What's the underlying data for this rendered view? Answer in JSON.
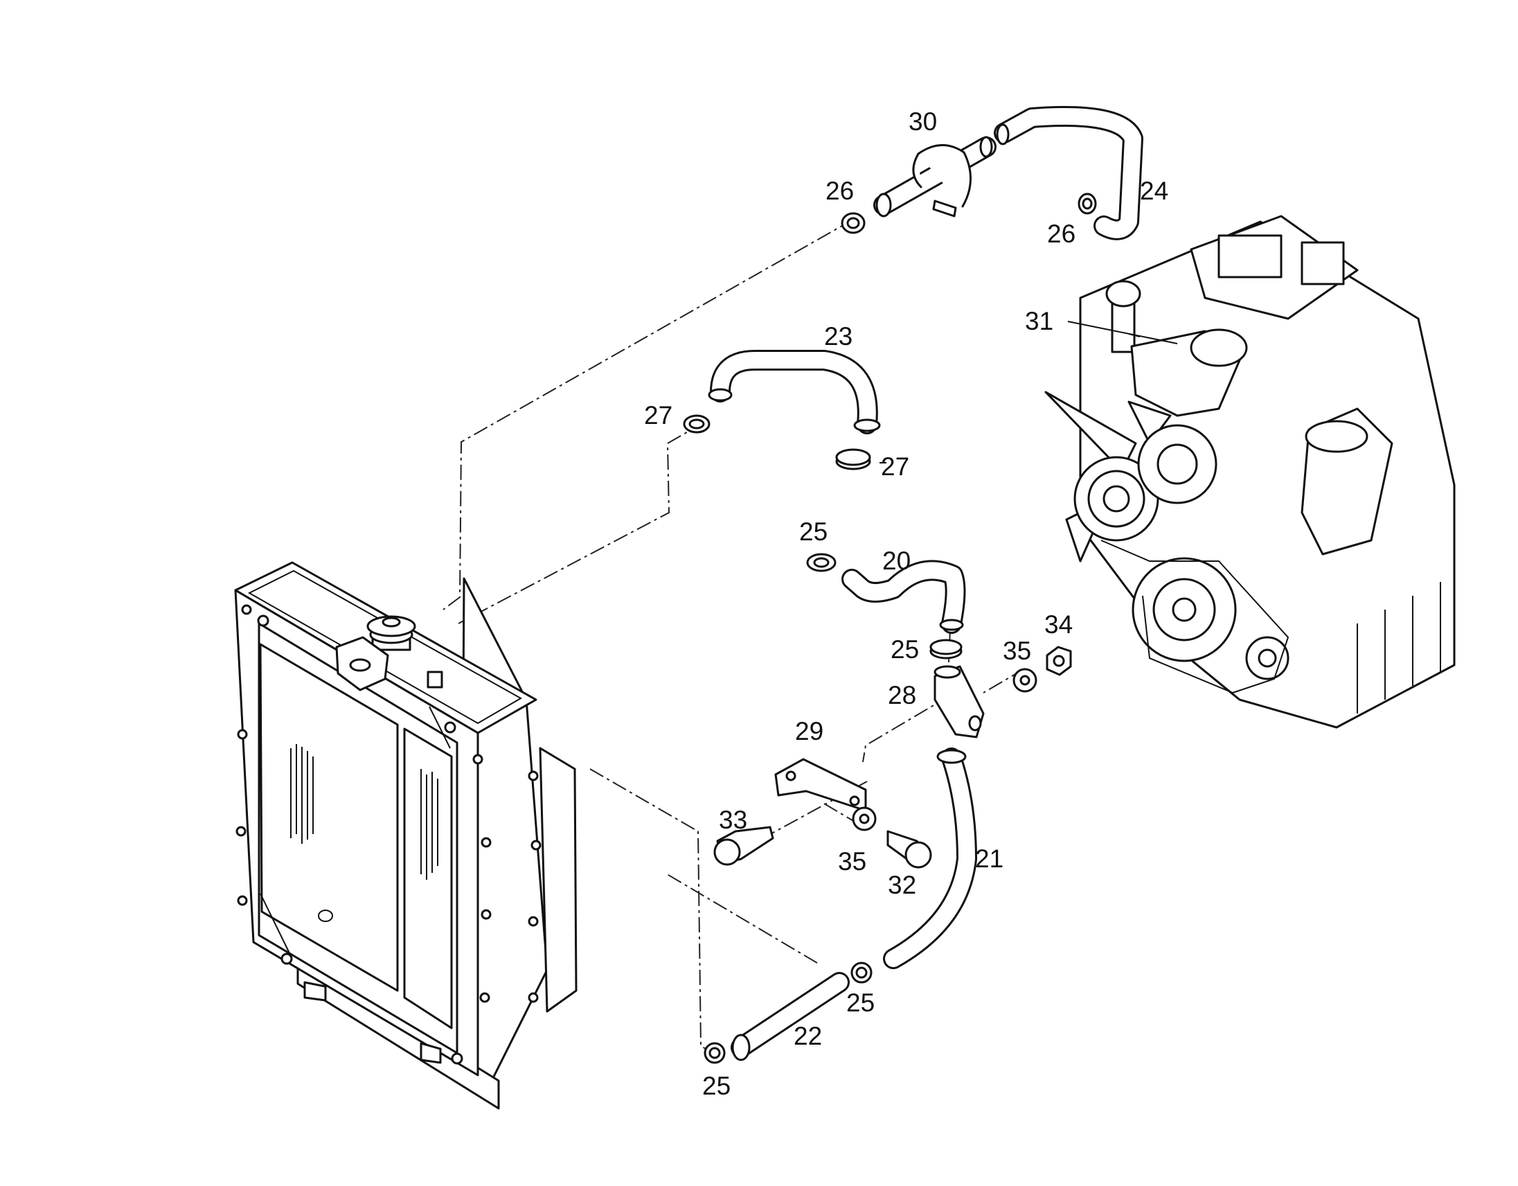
{
  "labels": {
    "p20": "20",
    "p21": "21",
    "p22": "22",
    "p23": "23",
    "p24": "24",
    "p25a": "25",
    "p25b": "25",
    "p25c": "25",
    "p25d": "25",
    "p26a": "26",
    "p26b": "26",
    "p27a": "27",
    "p27b": "27",
    "p28": "28",
    "p29": "29",
    "p30": "30",
    "p31": "31",
    "p32": "32",
    "p33": "33",
    "p34": "34",
    "p35a": "35",
    "p35b": "35"
  }
}
